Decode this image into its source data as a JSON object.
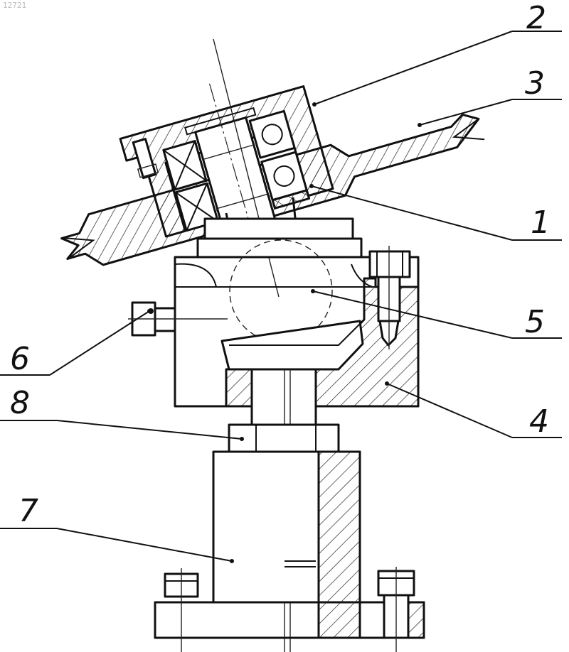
{
  "corner_code": "12721",
  "callouts": [
    {
      "id": "1",
      "label": "1"
    },
    {
      "id": "2",
      "label": "2"
    },
    {
      "id": "3",
      "label": "3"
    },
    {
      "id": "4",
      "label": "4"
    },
    {
      "id": "5",
      "label": "5"
    },
    {
      "id": "6",
      "label": "6"
    },
    {
      "id": "7",
      "label": "7"
    },
    {
      "id": "8",
      "label": "8"
    }
  ]
}
